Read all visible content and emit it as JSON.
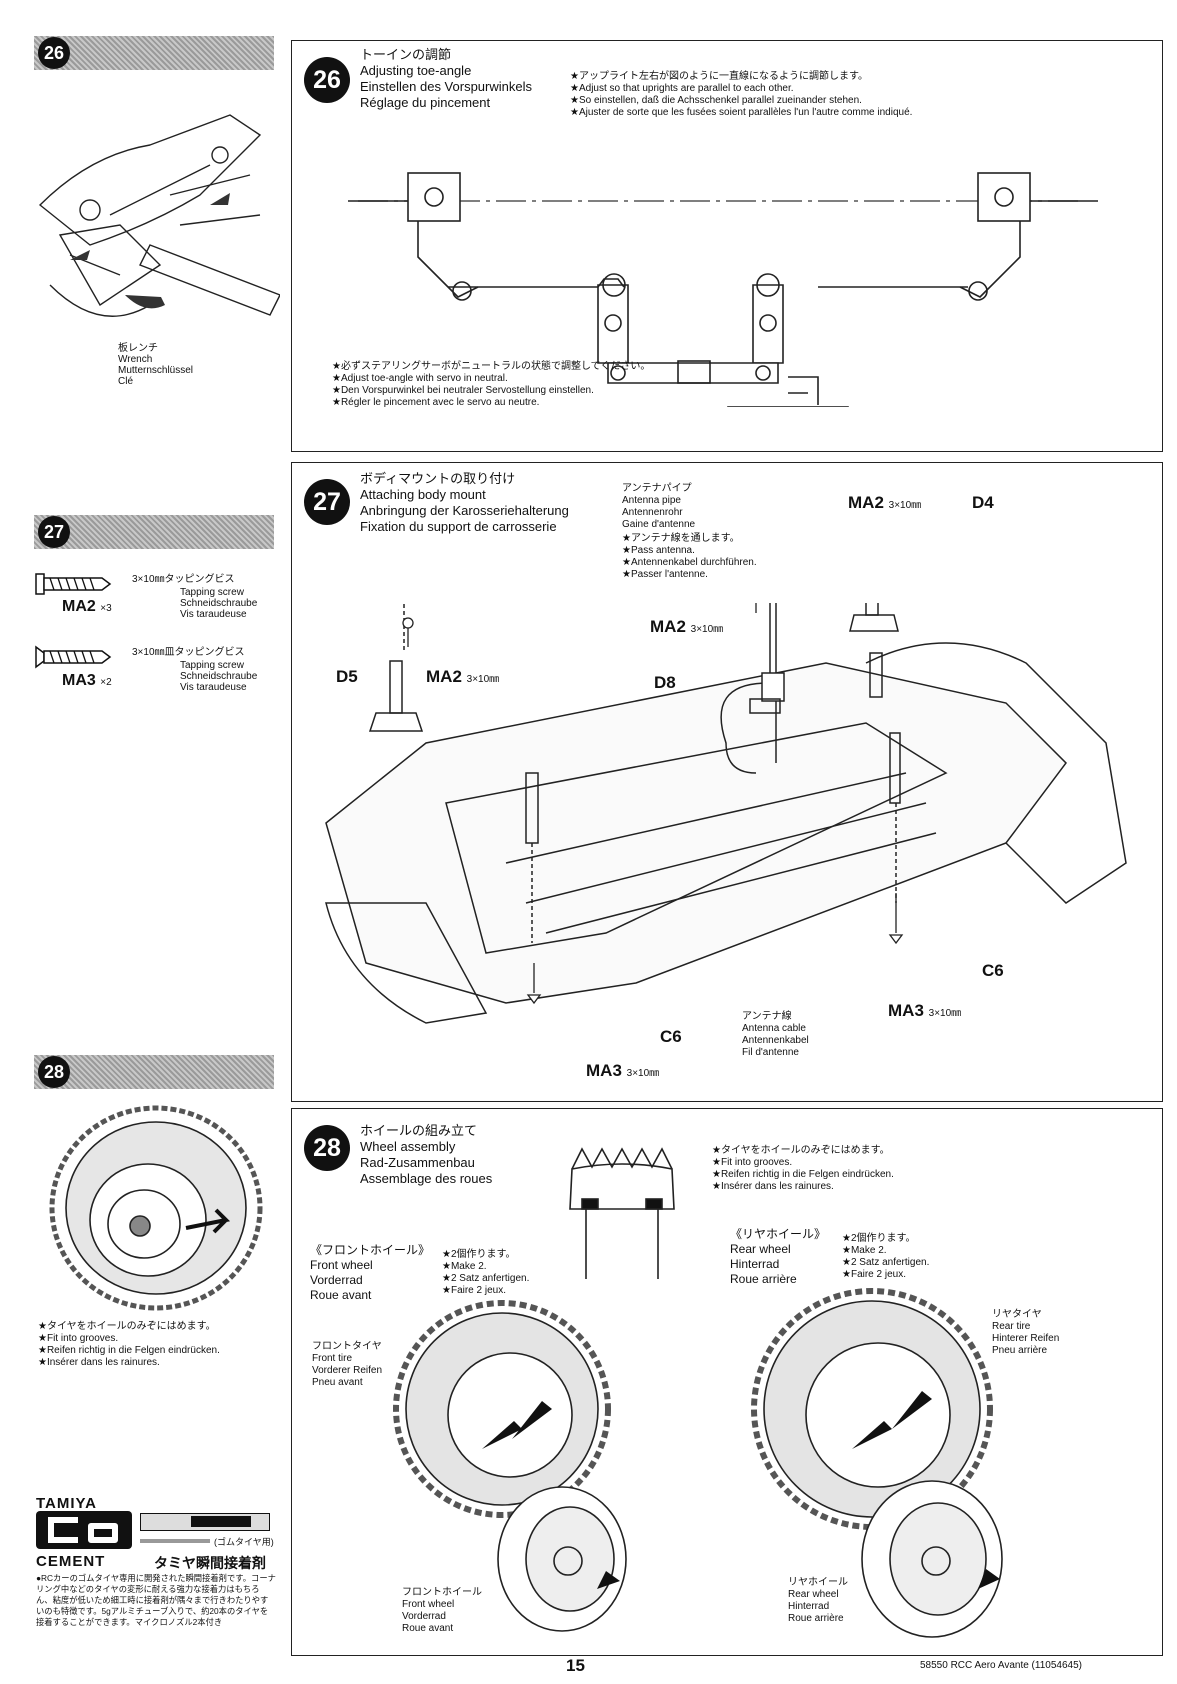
{
  "steps": {
    "s26": {
      "number": "26",
      "title_jp": "トーインの調節",
      "title_en": "Adjusting toe-angle",
      "title_de": "Einstellen des Vorspurwinkels",
      "title_fr": "Réglage du pincement",
      "note1_jp": "★アップライト左右が図のように一直線になるように調節します。",
      "note1_en": "★Adjust so that uprights are parallel to each other.",
      "note1_de": "★So einstellen, daß die Achsschenkel parallel zueinander stehen.",
      "note1_fr": "★Ajuster de sorte que les fusées soient parallèles l'un l'autre comme indiqué.",
      "note2_jp": "★必ずステアリングサーボがニュートラルの状態で調整してください。",
      "note2_en": "★Adjust toe-angle with servo in neutral.",
      "note2_de": "★Den Vorspurwinkel bei neutraler Servostellung einstellen.",
      "note2_fr": "★Régler le pincement avec le servo au neutre."
    },
    "s27": {
      "number": "27",
      "title_jp": "ボディマウントの取り付け",
      "title_en": "Attaching body mount",
      "title_de": "Anbringung der Karosseriehalterung",
      "title_fr": "Fixation du support de carrosserie",
      "antenna_pipe_jp": "アンテナパイプ",
      "antenna_pipe_en": "Antenna pipe",
      "antenna_pipe_de": "Antennenrohr",
      "antenna_pipe_fr": "Gaine d'antenne",
      "pass_jp": "★アンテナ線を通します。",
      "pass_en": "★Pass antenna.",
      "pass_de": "★Antennenkabel durchführen.",
      "pass_fr": "★Passer l'antenne.",
      "antenna_cable_jp": "アンテナ線",
      "antenna_cable_en": "Antenna cable",
      "antenna_cable_de": "Antennenkabel",
      "antenna_cable_fr": "Fil d'antenne",
      "ma2_a": "MA2",
      "ma2_a_size": "3×10㎜",
      "ma2_b": "MA2",
      "ma2_b_size": "3×10㎜",
      "ma2_c": "MA2",
      "ma2_c_size": "3×10㎜",
      "ma3_a": "MA3",
      "ma3_a_size": "3×10㎜",
      "ma3_b": "MA3",
      "ma3_b_size": "3×10㎜",
      "d4": "D4",
      "d5": "D5",
      "d8": "D8",
      "c6_a": "C6",
      "c6_b": "C6"
    },
    "s28": {
      "number": "28",
      "title_jp": "ホイールの組み立て",
      "title_en": "Wheel assembly",
      "title_de": "Rad-Zusammenbau",
      "title_fr": "Assemblage des roues",
      "fit_jp": "★タイヤをホイールのみぞにはめます。",
      "fit_en": "★Fit into grooves.",
      "fit_de": "★Reifen richtig in die Felgen eindrücken.",
      "fit_fr": "★Insérer dans les rainures.",
      "front_jp": "《フロントホイール》",
      "front_en": "Front wheel",
      "front_de": "Vorderrad",
      "front_fr": "Roue avant",
      "front_make_jp": "★2個作ります。",
      "front_make_en": "★Make 2.",
      "front_make_de": "★2 Satz anfertigen.",
      "front_make_fr": "★Faire 2 jeux.",
      "rear_jp": "《リヤホイール》",
      "rear_en": "Rear wheel",
      "rear_de": "Hinterrad",
      "rear_fr": "Roue arrière",
      "rear_make_jp": "★2個作ります。",
      "rear_make_en": "★Make 2.",
      "rear_make_de": "★2 Satz anfertigen.",
      "rear_make_fr": "★Faire 2 jeux.",
      "front_tire_jp": "フロントタイヤ",
      "front_tire_en": "Front tire",
      "front_tire_de": "Vorderer Reifen",
      "front_tire_fr": "Pneu avant",
      "rear_tire_jp": "リヤタイヤ",
      "rear_tire_en": "Rear tire",
      "rear_tire_de": "Hinterer Reifen",
      "rear_tire_fr": "Pneu arrière",
      "front_wheel_jp": "フロントホイール",
      "front_wheel_en": "Front wheel",
      "front_wheel_de": "Vorderrad",
      "front_wheel_fr": "Roue avant",
      "rear_wheel_jp": "リヤホイール",
      "rear_wheel_en": "Rear wheel",
      "rear_wheel_de": "Hinterrad",
      "rear_wheel_fr": "Roue arrière"
    }
  },
  "sidebar": {
    "s26_num": "26",
    "wrench_jp": "板レンチ",
    "wrench_en": "Wrench",
    "wrench_de": "Mutternschlüssel",
    "wrench_fr": "Clé",
    "s27_num": "27",
    "ma2_desc_jp": "3×10㎜タッピングビス",
    "ma2_desc_en": "Tapping screw",
    "ma2_desc_de": "Schneidschraube",
    "ma2_desc_fr": "Vis taraudeuse",
    "ma2_code": "MA2",
    "ma2_qty": "×3",
    "ma3_desc_jp": "3×10㎜皿タッピングビス",
    "ma3_desc_en": "Tapping screw",
    "ma3_desc_de": "Schneidschraube",
    "ma3_desc_fr": "Vis taraudeuse",
    "ma3_code": "MA3",
    "ma3_qty": "×2",
    "s28_num": "28",
    "fit_jp": "★タイヤをホイールのみぞにはめます。",
    "fit_en": "★Fit into grooves.",
    "fit_de": "★Reifen richtig in die Felgen eindrücken.",
    "fit_fr": "★Insérer dans les rainures.",
    "cement_brand": "TAMIYA",
    "cement_name": "CEMENT",
    "cement_sub": "(ゴムタイヤ用)",
    "cement_jp_title": "タミヤ瞬間接着剤",
    "cement_desc": "●RCカーのゴムタイヤ専用に開発された瞬間接着剤です。コーナリング中などのタイヤの変形に耐える強力な接着力はもちろん、粘度が低いため細工時に接着剤が隅々まで行きわたりやすいのも特徴です。5gアルミチューブ入りで、約20本のタイヤを接着することができます。マイクロノズル2本付き"
  },
  "footer": {
    "page": "15",
    "code": "58550 RCC Aero Avante (11054645)"
  }
}
